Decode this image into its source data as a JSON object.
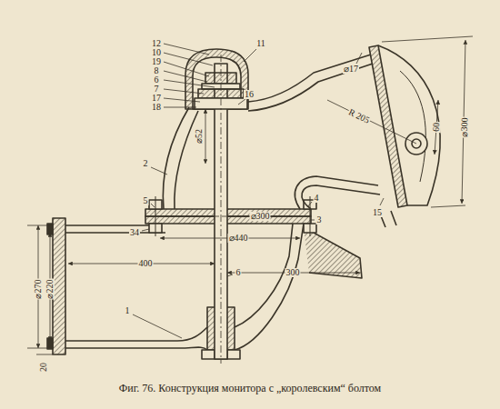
{
  "diagram": {
    "caption": "Фиг. 76. Конструкция монитора с „королевским“ болтом",
    "labels": [
      "12",
      "10",
      "19",
      "8",
      "6",
      "7",
      "17",
      "18",
      "11",
      "16",
      "2",
      "5",
      "34",
      "4",
      "3",
      "1",
      "6",
      "15",
      "⌀52",
      "⌀300",
      "⌀440",
      "400",
      "300",
      "⌀220",
      "⌀270",
      "20",
      "⌀300",
      "60",
      "R 205",
      "⌀17"
    ]
  }
}
